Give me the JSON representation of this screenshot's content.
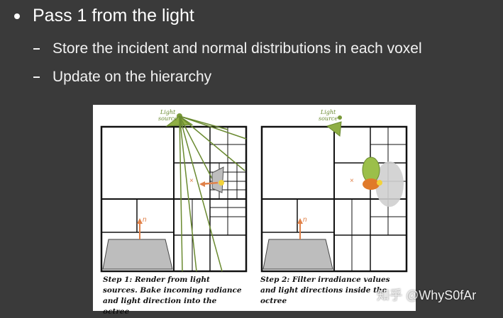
{
  "bullets": {
    "main": "Pass 1 from the light",
    "sub1": "Store the incident and normal distributions in each voxel",
    "sub2": "Update on the hierarchy"
  },
  "figure": {
    "left_label": "Light\nsource",
    "right_label": "Light\nsource",
    "normal_label_left": "n",
    "normal_label_right": "n",
    "caption_step1": "Step 1: Render from light sources. Bake incoming radiance and light direction into the octree",
    "caption_step2": "Step 2: Filter irradiance values and light directions inside the octree"
  },
  "watermark": "知乎 @WhyS0fAr",
  "colors": {
    "background": "#3a3a3a",
    "light_green": "#7a9a3a",
    "normal_arrow": "#e0824a",
    "grey_lobe": "#cfcfcf"
  }
}
